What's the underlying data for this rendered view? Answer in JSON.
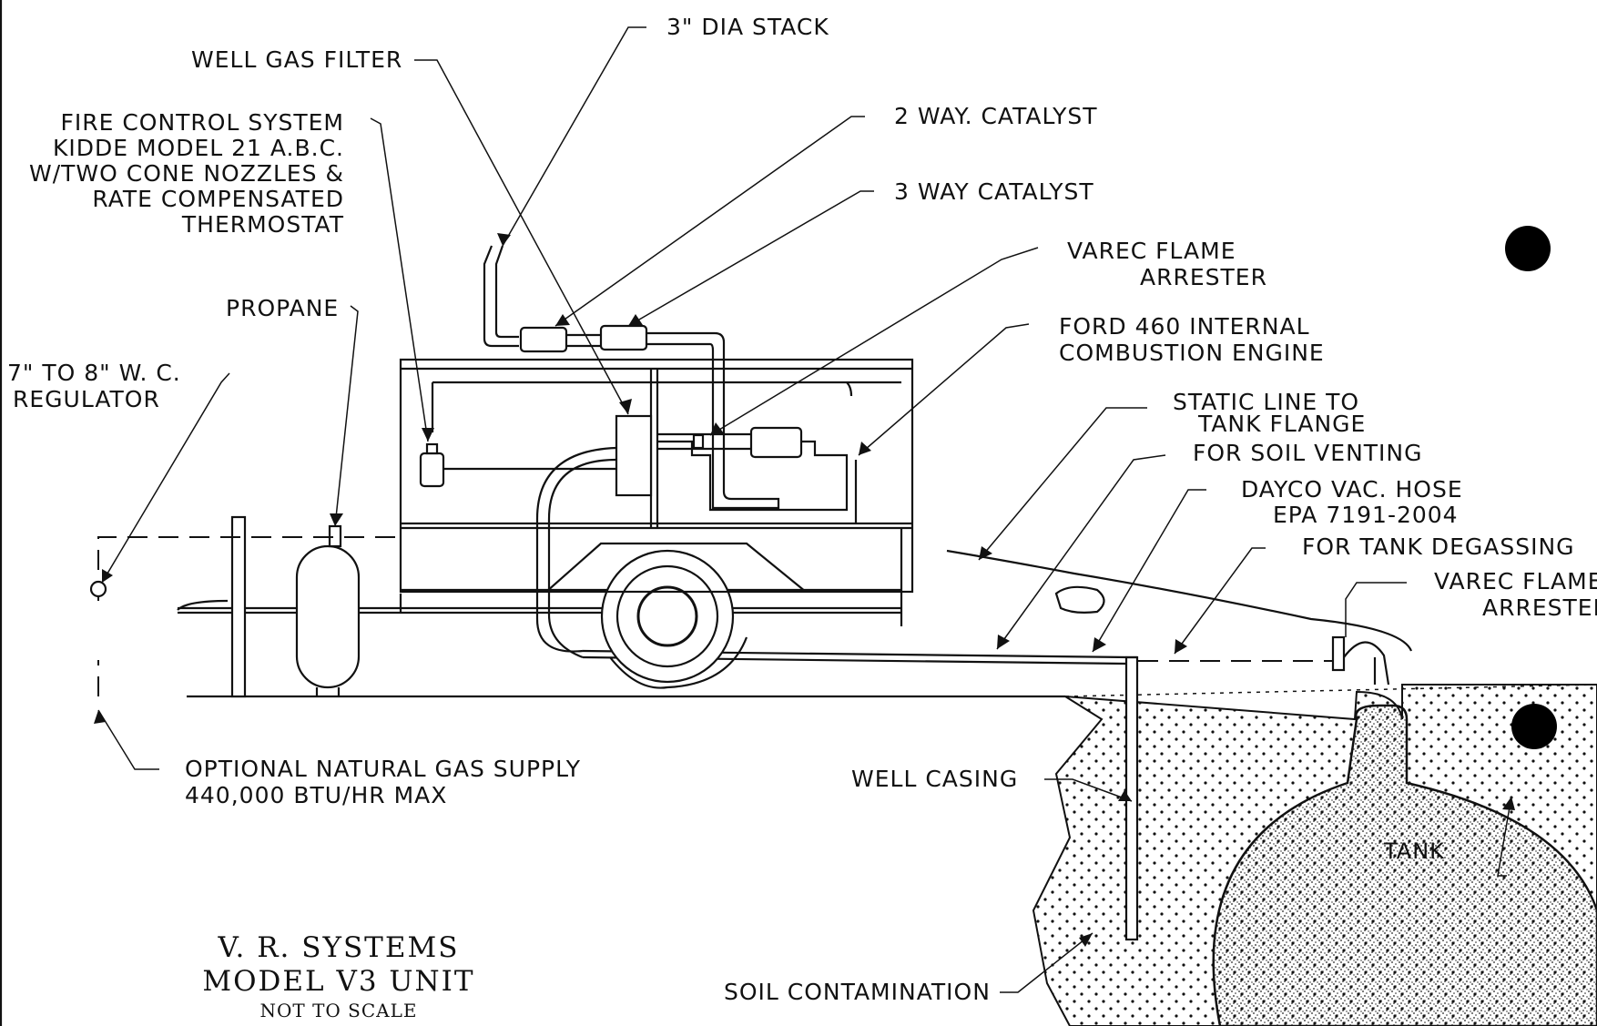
{
  "labels": {
    "stack": "3\" DIA STACK",
    "well_gas_filter": "WELL GAS FILTER",
    "fire_control": [
      "FIRE CONTROL SYSTEM",
      "KIDDE MODEL 21 A.B.C.",
      "W/TWO CONE NOZZLES &",
      "RATE COMPENSATED",
      "THERMOSTAT"
    ],
    "two_way_catalyst": "2 WAY. CATALYST",
    "three_way_catalyst": "3 WAY CATALYST",
    "varec_flame_arrester_1": [
      "VAREC FLAME",
      "ARRESTER"
    ],
    "propane": "PROPANE",
    "ford_engine": [
      "FORD 460 INTERNAL",
      "COMBUSTION ENGINE"
    ],
    "regulator": [
      "7\" TO 8\" W. C.",
      "REGULATOR"
    ],
    "static_line": [
      "STATIC LINE TO",
      "TANK FLANGE"
    ],
    "soil_venting": "FOR SOIL VENTING",
    "dayco_hose": [
      "DAYCO VAC. HOSE",
      "EPA 7191-2004"
    ],
    "tank_degassing": "FOR TANK DEGASSING",
    "varec_flame_arrester_2": [
      "VAREC FLAME",
      "ARRESTER"
    ],
    "natural_gas": [
      "OPTIONAL NATURAL GAS SUPPLY",
      "440,000 BTU/HR MAX"
    ],
    "well_casing": "WELL CASING",
    "tank": "TANK",
    "soil_contamination": "SOIL CONTAMINATION"
  },
  "title_block": {
    "line1": "V. R. SYSTEMS",
    "line2": "MODEL V3 UNIT",
    "line3": "NOT TO SCALE"
  }
}
